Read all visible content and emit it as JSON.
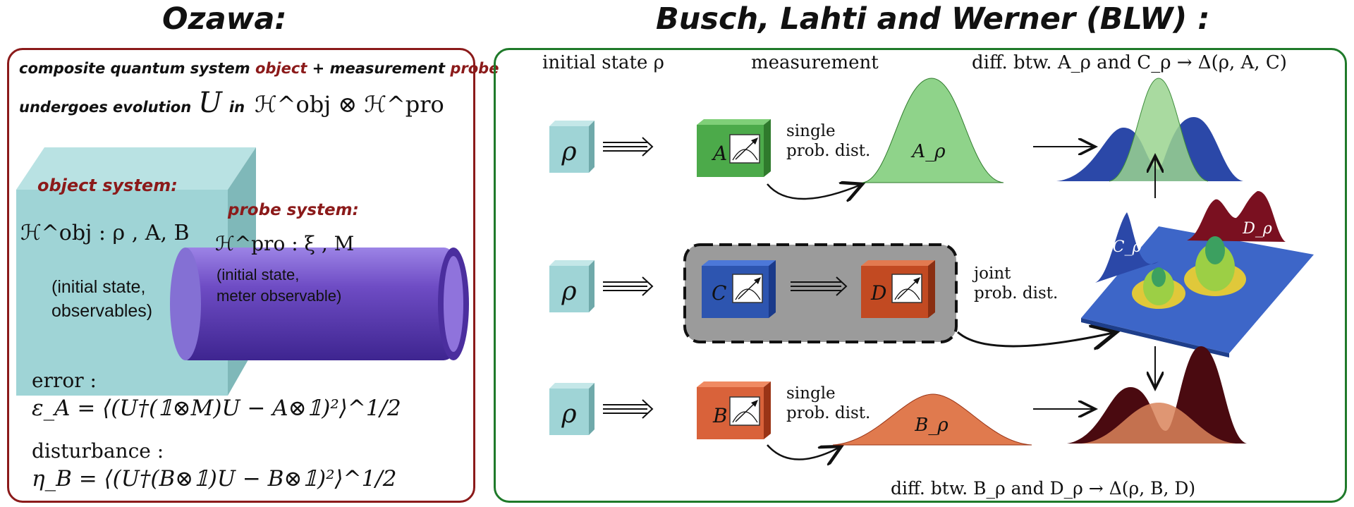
{
  "titles": {
    "left": "Ozawa:",
    "right": "Busch, Lahti and Werner (BLW) :"
  },
  "ozawa": {
    "line1_a": "composite quantum system",
    "line1_b": "object",
    "line1_c": "+ measurement",
    "line1_d": "probe",
    "line2_a": "undergoes evolution",
    "line2_U": "U",
    "line2_in": "in",
    "line2_space": "ℋ^obj ⊗ ℋ^pro",
    "object_title": "object system:",
    "object_space": "ℋ^obj :   ρ , A, B",
    "object_note_1": "(initial state,",
    "object_note_2": "observables)",
    "probe_title": "probe system:",
    "probe_space": "ℋ^pro :  ξ , M",
    "probe_note_1": "(initial state,",
    "probe_note_2": "meter observable)",
    "error_label": "error :",
    "error_formula": "ε_A = ⟨(U†(𝟙⊗M)U − A⊗𝟙)²⟩^1/2",
    "disturbance_label": "disturbance :",
    "disturbance_formula": "η_B = ⟨(U†(B⊗𝟙)U − B⊗𝟙)²⟩^1/2"
  },
  "blw": {
    "head_initial": "initial state ρ",
    "head_measurement": "measurement",
    "head_diff_top": "diff. btw. A_ρ and C_ρ → Δ(ρ, A, C)",
    "rho": "ρ",
    "box_A": "A",
    "box_B": "B",
    "box_C": "C",
    "box_D": "D",
    "single_1": "single",
    "single_2": "prob. dist.",
    "joint_1": "joint",
    "joint_2": "prob. dist.",
    "dist_A": "A_ρ",
    "dist_B": "B_ρ",
    "dist_C": "C_ρ",
    "dist_D": "D_ρ",
    "head_diff_bottom": "diff. btw. B_ρ and D_ρ → Δ(ρ, B, D)"
  },
  "colors": {
    "ozawa_border": "#8b1a1a",
    "blw_border": "#1f7a2a",
    "teal": "#9fd4d6",
    "green": "#4caa4a",
    "blue": "#2d55b0",
    "orange": "#d9623a",
    "darkred": "#6b0f12",
    "purple": "#6e4cc4"
  }
}
